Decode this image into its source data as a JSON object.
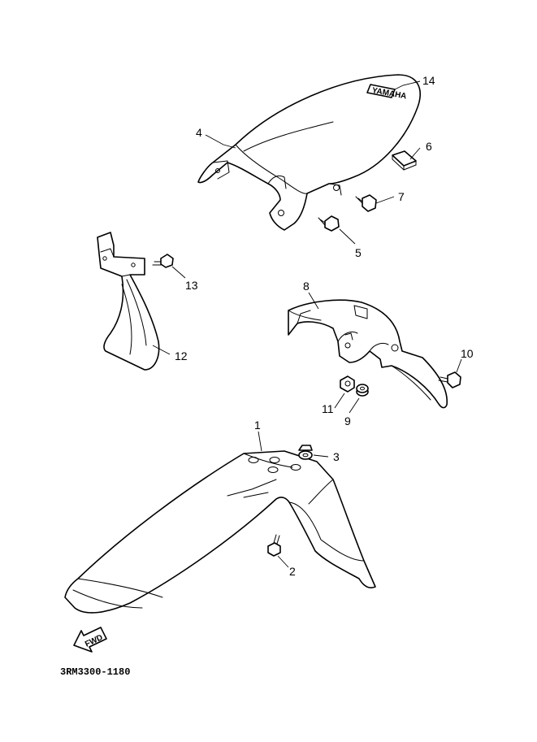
{
  "diagram": {
    "part_code": "3RM3300-1180",
    "fwd_label": "FWD",
    "badge_label": "YAMAHA",
    "callouts": [
      {
        "id": "c1",
        "label": "1"
      },
      {
        "id": "c2",
        "label": "2"
      },
      {
        "id": "c3",
        "label": "3"
      },
      {
        "id": "c4",
        "label": "4"
      },
      {
        "id": "c5",
        "label": "5"
      },
      {
        "id": "c6",
        "label": "6"
      },
      {
        "id": "c7",
        "label": "7"
      },
      {
        "id": "c8",
        "label": "8"
      },
      {
        "id": "c9",
        "label": "9"
      },
      {
        "id": "c10",
        "label": "10"
      },
      {
        "id": "c11",
        "label": "11"
      },
      {
        "id": "c12",
        "label": "12"
      },
      {
        "id": "c13",
        "label": "13"
      },
      {
        "id": "c14",
        "label": "14"
      }
    ]
  }
}
